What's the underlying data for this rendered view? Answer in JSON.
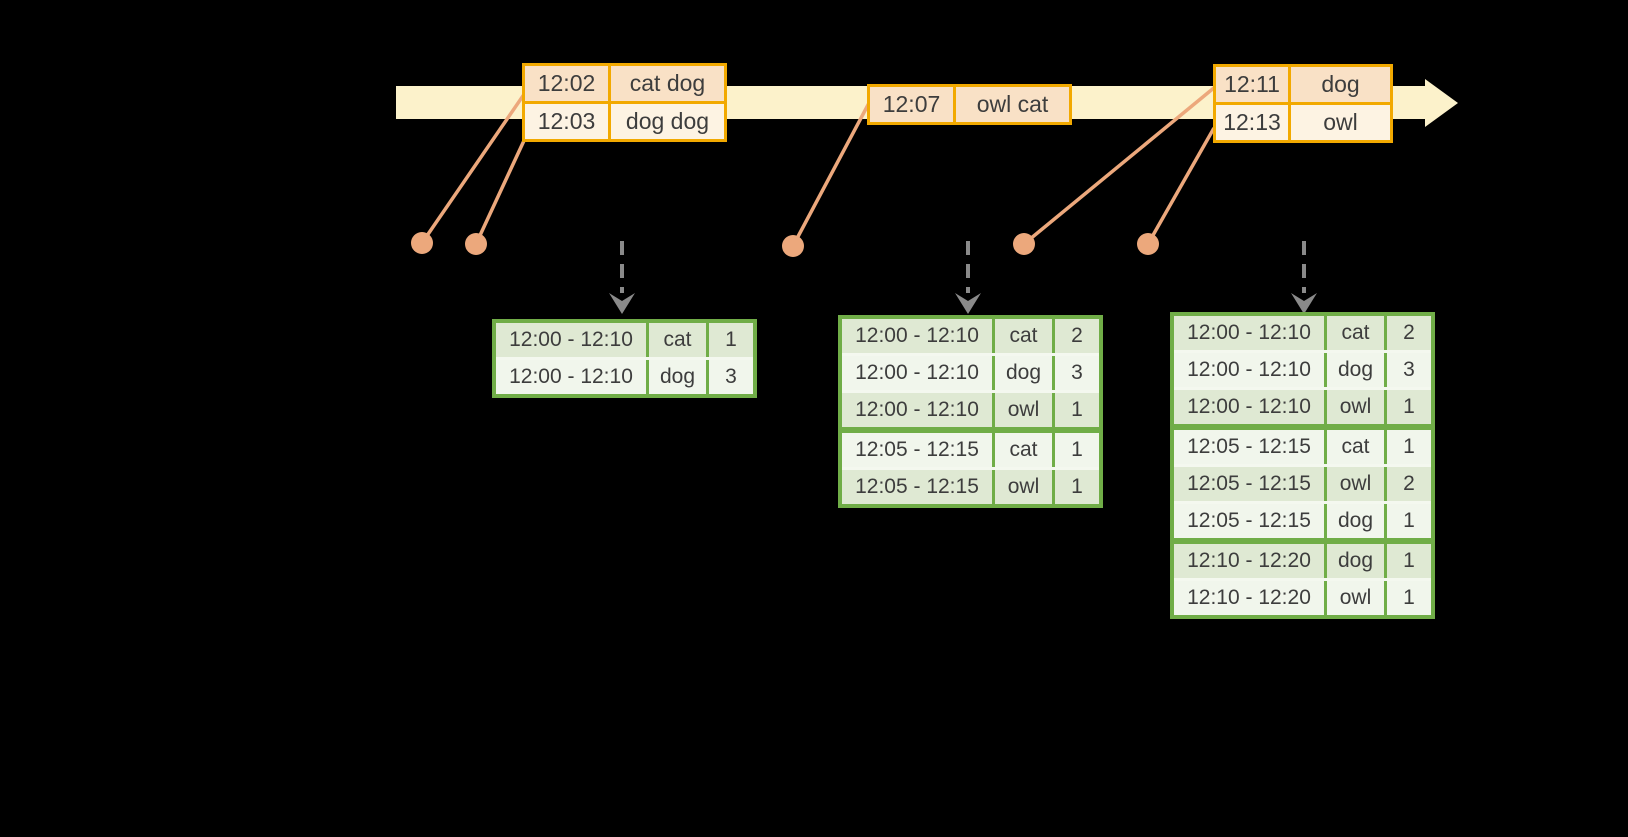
{
  "colors": {
    "background": "#000000",
    "timeline_band": "#fcf2cb",
    "event_table_border": "#f2a900",
    "event_row_dark": "#f9e1c6",
    "event_row_light": "#fdf3e3",
    "connector": "#eca87c",
    "trigger_arrow": "#8a8a8a",
    "result_table_border": "#70ad47",
    "result_row_dark": "#dfe9d3",
    "result_row_light": "#f1f6ec",
    "text": "#3d3d3d"
  },
  "event_tables": [
    {
      "rows": [
        {
          "time": "12:02",
          "words": "cat dog"
        },
        {
          "time": "12:03",
          "words": "dog dog"
        }
      ]
    },
    {
      "rows": [
        {
          "time": "12:07",
          "words": "owl cat"
        }
      ]
    },
    {
      "rows": [
        {
          "time": "12:11",
          "words": "dog"
        },
        {
          "time": "12:13",
          "words": "owl"
        }
      ]
    }
  ],
  "result_tables": [
    {
      "rows": [
        {
          "window": "12:00 - 12:10",
          "word": "cat",
          "count": "1"
        },
        {
          "window": "12:00 - 12:10",
          "word": "dog",
          "count": "3"
        }
      ]
    },
    {
      "rows": [
        {
          "window": "12:00 - 12:10",
          "word": "cat",
          "count": "2"
        },
        {
          "window": "12:00 - 12:10",
          "word": "dog",
          "count": "3"
        },
        {
          "window": "12:00 - 12:10",
          "word": "owl",
          "count": "1"
        },
        {
          "window": "12:05 - 12:15",
          "word": "cat",
          "count": "1"
        },
        {
          "window": "12:05 - 12:15",
          "word": "owl",
          "count": "1"
        }
      ]
    },
    {
      "rows": [
        {
          "window": "12:00 - 12:10",
          "word": "cat",
          "count": "2"
        },
        {
          "window": "12:00 - 12:10",
          "word": "dog",
          "count": "3"
        },
        {
          "window": "12:00 - 12:10",
          "word": "owl",
          "count": "1"
        },
        {
          "window": "12:05 - 12:15",
          "word": "cat",
          "count": "1"
        },
        {
          "window": "12:05 - 12:15",
          "word": "owl",
          "count": "2"
        },
        {
          "window": "12:05 - 12:15",
          "word": "dog",
          "count": "1"
        },
        {
          "window": "12:10 - 12:20",
          "word": "dog",
          "count": "1"
        },
        {
          "window": "12:10 - 12:20",
          "word": "owl",
          "count": "1"
        }
      ]
    }
  ]
}
